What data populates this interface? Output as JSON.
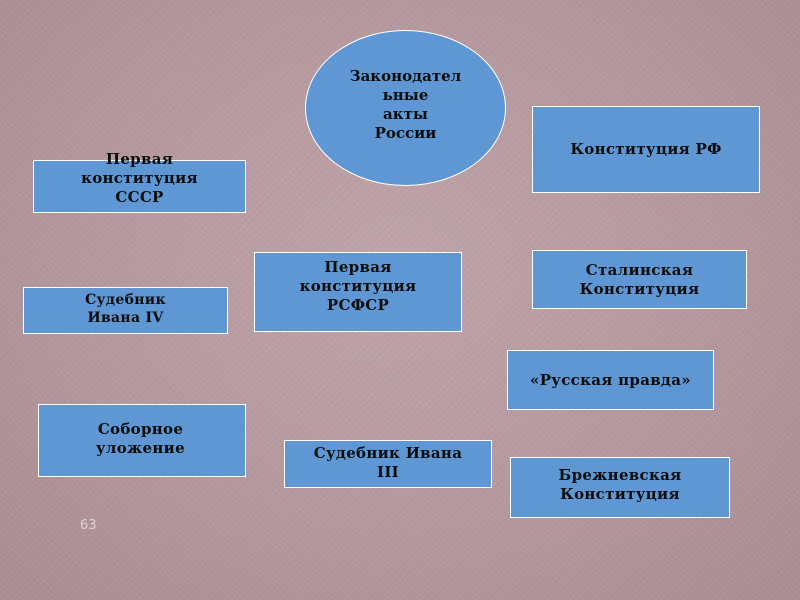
{
  "diagram": {
    "center": {
      "text": "Законодател\nьные\nакты\nРоссии"
    },
    "boxes": {
      "konstitutsiya_rf": "Конституция РФ",
      "pervaya_sssr": "Первая\nконституция\nСССР",
      "pervaya_rsfsr": "Первая\nконституция\nРСФСР",
      "stalinskaya": "Сталинская\nКонституция",
      "sudebnik_ivana_iv": "Судебник\nИвана IV",
      "russkaya_pravda": "«Русская правда»",
      "sobornoe_ulozhenie": "Соборное\nуложение",
      "sudebnik_ivana_iii": "Судебник Ивана\nIII",
      "brezhnevskaya": "Брежневская\nКонституция"
    },
    "colors": {
      "box_fill": "#5e97d3",
      "box_border": "#ffffff",
      "background": "#b69a9f",
      "text": "#0d0d0d"
    }
  },
  "slide": {
    "page_number": "63"
  }
}
